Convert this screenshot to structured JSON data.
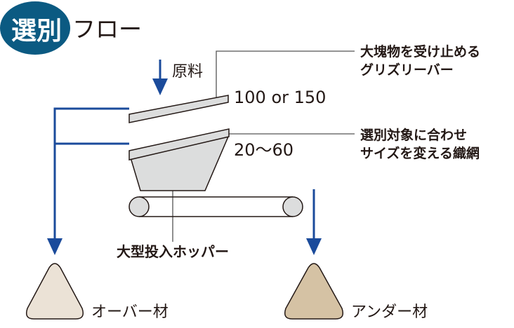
{
  "title": {
    "badge": "選別",
    "rest": "フロー"
  },
  "labels": {
    "raw_material": "原料",
    "grizzly_size": "100 or 150",
    "screen_size": "20〜60",
    "grizzly_desc": [
      "大塊物を受け止める",
      "グリズリーバー"
    ],
    "screen_desc": [
      "選別対象に合わせ",
      "サイズを変える織網"
    ],
    "hopper": "大型投入ホッパー",
    "over": "オーバー材",
    "under": "アンダー材"
  },
  "colors": {
    "badge": "#0b5a82",
    "arrow": "#1b4b9b",
    "steel": "#dcdddd",
    "over_pile": "#ebe2d6",
    "under_pile": "#d5c2a4",
    "line": "#231815"
  }
}
